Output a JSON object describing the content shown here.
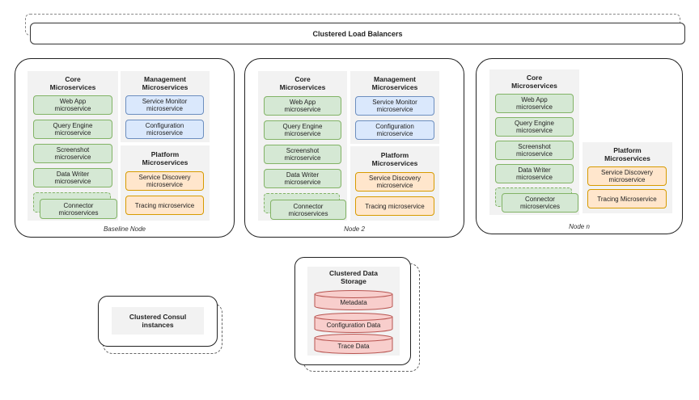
{
  "load_balancer": {
    "label": "Clustered Load Balancers"
  },
  "nodes": [
    {
      "caption": "Baseline Node",
      "core_title": "Core\nMicroservices",
      "management_title": "Management\nMicroservices",
      "platform_title": "Platform\nMicroservices",
      "core": [
        "Web App\nmicroservice",
        "Query Engine\nmicroservice",
        "Screenshot\nmicroservice",
        "Data Writer\nmicroservice",
        "Connector\nmicroservices"
      ],
      "management": [
        "Service Monitor\nmicroservice",
        "Configuration\nmicroservice"
      ],
      "platform": [
        "Service Discovery\nmicroservice",
        "Tracing microservice"
      ]
    },
    {
      "caption": "Node 2",
      "core_title": "Core\nMicroservices",
      "management_title": "Management\nMicroservices",
      "platform_title": "Platform\nMicroservices",
      "core": [
        "Web App\nmicroservice",
        "Query Engine\nmicroservice",
        "Screenshot\nmicroservice",
        "Data Writer\nmicroservice",
        "Connector\nmicroservices"
      ],
      "management": [
        "Service Monitor\nmicroservice",
        "Configuration\nmicroservice"
      ],
      "platform": [
        "Service Discovery\nmicroservice",
        "Tracing microservice"
      ]
    },
    {
      "caption": "Node n",
      "core_title": "Core\nMicroservices",
      "platform_title": "Platform\nMicroservices",
      "core": [
        "Web App\nmicroservice",
        "Query Engine\nmicroservice",
        "Screenshot\nmicroservice",
        "Data Writer\nmicroservice",
        "Connector\nmicroservices"
      ],
      "platform": [
        "Service Discovery\nmicroservice",
        "Tracing Microservice"
      ]
    }
  ],
  "consul": {
    "label": "Clustered Consul\ninstances"
  },
  "storage": {
    "title": "Clustered Data\nStorage",
    "items": [
      "Metadata",
      "Configuration Data",
      "Trace Data"
    ]
  },
  "colors": {
    "green_fill": "#d5e8d4",
    "green_stroke": "#82b366",
    "blue_fill": "#dae8fc",
    "blue_stroke": "#6c8ebf",
    "orange_fill": "#ffe6cc",
    "orange_stroke": "#d79b00",
    "red_fill": "#f8cecc",
    "red_stroke": "#b85450"
  }
}
